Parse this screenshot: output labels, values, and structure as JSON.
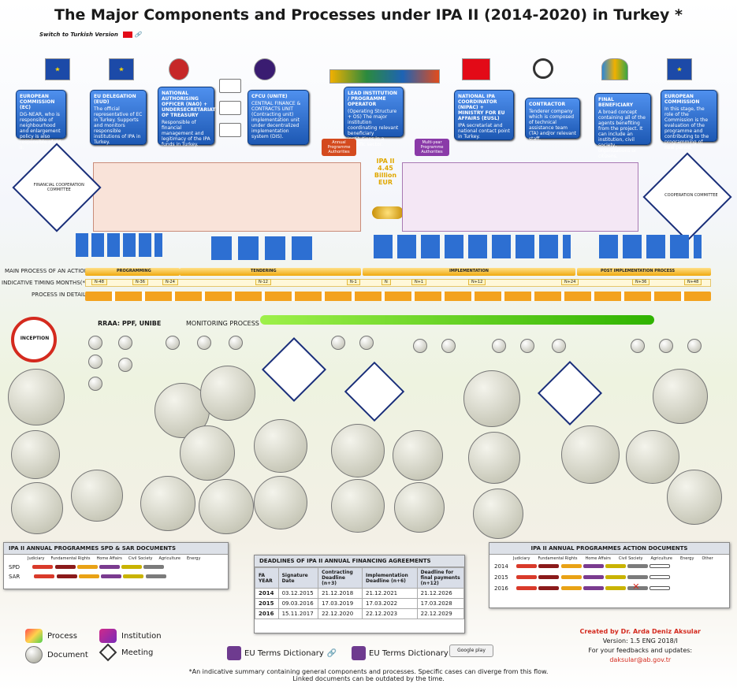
{
  "header": {
    "title": "The Major Components and Processes under IPA II (2014-2020) in Turkey *",
    "switch_label": "Switch to Turkish Version"
  },
  "actors": [
    {
      "name": "EUROPEAN COMMISSION (EC)",
      "desc": "DG-NEAR, who is responsible of neighbourhood and enlargement policy is also responsible of IPA II."
    },
    {
      "name": "EU DELEGATION (EUD)",
      "desc": "The official representative of EC in Turkey. Supports and monitors responsible institutions of IPA in Turkey."
    },
    {
      "name": "NATIONAL AUTHORISING OFFICER (NAO) + UNDERSECRETARIAT OF TREASURY",
      "desc": "Responsible of financial management and legitimacy of the IPA funds in Turkey."
    },
    {
      "name": "CFCU (UNITE)",
      "desc": "CENTRAL FINANCE & CONTRACTS UNIT (Contracting unit) implementation unit under decentralized implementation system (DIS)."
    },
    {
      "name": "LEAD INSTITUTION / PROGRAMME OPERATOR",
      "desc": "(Operating Structure + OS) The major institution coordinating relevant beneficiary institutions in a specific sector."
    },
    {
      "name": "NATIONAL IPA COORDINATOR (NIPAC) + MINISTRY FOR EU AFFAIRS (EUSL)",
      "desc": "IPA secretariat and national contact point in Turkey."
    },
    {
      "name": "CONTRACTOR",
      "desc": "Tenderer company which is composed of technical assistance team (TA) and/or relevant staff."
    },
    {
      "name": "FINAL BENEFICIARY",
      "desc": "A broad concept containing all of the agents benefiting from the project. It can include an institution, civil society, organizations or citizens."
    },
    {
      "name": "EUROPEAN COMMISSION",
      "desc": "In this stage, the role of the Commission is the evaluation of the programme and contributing to the programming of new period."
    }
  ],
  "budget": {
    "label": "IPA II",
    "amount": "4.45",
    "unit": "Billion",
    "currency": "EUR"
  },
  "programme_labels": {
    "annual": "Annual Programme Authorities",
    "multi": "Multi-year Programme Authorities"
  },
  "committees": {
    "left": "FINANCIAL COOPERATION COMMITTEE",
    "right": "COOPERATION COMMITTEE"
  },
  "timeline": {
    "main_label": "MAIN PROCESS OF AN ACTION",
    "timing_label": "INDICATIVE TIMING MONTHS(*)",
    "detail_label": "PROCESS IN DETAIL",
    "phases": [
      "PROGRAMMING",
      "TENDERING",
      "IMPLEMENTATION",
      "POST IMPLEMENTATION PROCESS"
    ],
    "ticks": [
      "N-48",
      "N-36",
      "N-24",
      "N-12",
      "N-1",
      "N",
      "N+1",
      "N+12",
      "N+24",
      "N+36",
      "N+48"
    ]
  },
  "labels": {
    "rraa": "RRAA: PPF, UNIBE",
    "monitoring": "MONITORING PROCESS",
    "inception": "INCEPTION"
  },
  "annual_spd": {
    "title": "IPA II ANNUAL PROGRAMMES SPD & SAR DOCUMENTS",
    "columns": [
      "Judiciary",
      "Fundamental Rights",
      "Home Affairs",
      "Civil Society",
      "Agriculture",
      "Energy"
    ],
    "rows": [
      "SPD",
      "SAR"
    ]
  },
  "deadlines": {
    "title": "DEADLINES OF IPA II ANNUAL FINANCING AGREEMENTS",
    "headers": [
      "FA YEAR",
      "Signature Date",
      "Contracting Deadline (n+3)",
      "Implementation Deadline (n+6)",
      "Deadline for final payments (n+12)"
    ],
    "rows": [
      [
        "2014",
        "03.12.2015",
        "21.12.2018",
        "21.12.2021",
        "21.12.2026"
      ],
      [
        "2015",
        "09.03.2016",
        "17.03.2019",
        "17.03.2022",
        "17.03.2028"
      ],
      [
        "2016",
        "15.11.2017",
        "22.12.2020",
        "22.12.2023",
        "22.12.2029"
      ]
    ]
  },
  "annual_action": {
    "title": "IPA II ANNUAL PROGRAMMES ACTION DOCUMENTS",
    "columns": [
      "Judiciary",
      "Fundamental Rights",
      "Home Affairs",
      "Civil Society",
      "Agriculture",
      "Energy",
      "Other"
    ],
    "rows": [
      "2014",
      "2015",
      "2016"
    ]
  },
  "legend": {
    "process": "Process",
    "institution": "Institution",
    "document": "Document",
    "meeting": "Meeting"
  },
  "dictionary": {
    "label1": "EU Terms Dictionary",
    "label2": "EU Terms Dictionary",
    "store": "Google play"
  },
  "credit": {
    "line1": "Created by Dr. Arda Deniz Aksular",
    "line2": "Version: 1.5 ENG 2018/I",
    "line3": "For your feedbacks and updates:",
    "email": "daksular@ab.gov.tr"
  },
  "footnote": {
    "line1": "*An indicative summary containing general components and processes. Specific cases can diverge from this flow.",
    "line2": "Linked documents can be outdated by the time."
  },
  "colors": {
    "actor_blue": "#2d6fd2",
    "judiciary": "#d93a2a",
    "fundamental": "#8b1a1a",
    "home": "#e9a215",
    "civil": "#7a3b8f",
    "agriculture": "#c9b300",
    "energy": "#7b7b7b"
  }
}
